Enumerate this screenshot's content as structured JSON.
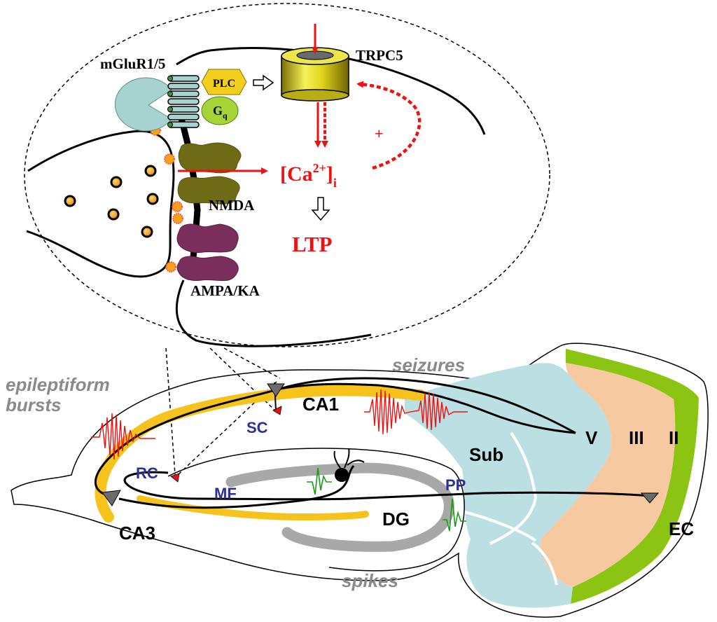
{
  "synapse": {
    "receptor_mglur": "mGluR1/5",
    "enzyme_plc": "PLC",
    "gprotein_g": "G",
    "gprotein_sub": "q",
    "channel_trpc5": "TRPC5",
    "nmda": "NMDA",
    "ampa_ka": "AMPA/KA",
    "calcium_open": "[Ca",
    "calcium_sup": "2+",
    "calcium_close": "]",
    "calcium_sub": "i",
    "feedback_plus": "+",
    "ltp": "LTP"
  },
  "hippocampus": {
    "epileptiform_line1": "epileptiform",
    "epileptiform_line2": "bursts",
    "seizures": "seizures",
    "spikes": "spikes",
    "ca1": "CA1",
    "ca3": "CA3",
    "dg": "DG",
    "sub": "Sub",
    "ec": "EC",
    "sc": "SC",
    "rc": "RC",
    "mf": "MF",
    "pp": "PP",
    "layer_v": "V",
    "layer_iii": "III",
    "layer_ii": "II"
  },
  "colors": {
    "red": "#ee1111",
    "yellow_band": "#f6c21c",
    "grey_band": "#a8a8a8",
    "sub_blue": "#bcdfe4",
    "ec_peach": "#f7c9a0",
    "ec_green": "#8cc414",
    "pathway_label_blue": "#2b2f9a",
    "italic_grey": "#8a8a8a",
    "mglur_teal": "#a6d2cf",
    "plc_yellow": "#f2cf1e",
    "gq_green": "#a4d435",
    "nmda_olive": "#6f6a16",
    "ampa_purple": "#7a2e5c",
    "trpc5_gold": "#e5df1b",
    "vesicle_orange": "#f3a21b",
    "spike_green": "#1a9b1a"
  }
}
